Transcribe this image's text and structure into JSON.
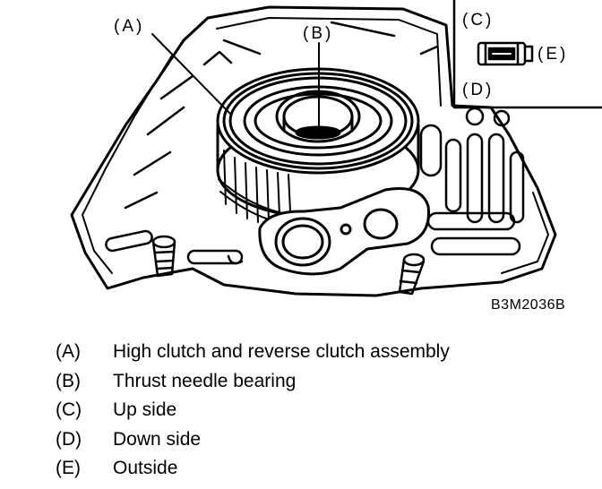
{
  "figure": {
    "code": "B3M2036B",
    "callouts": {
      "a": "(A)",
      "b": "(B)",
      "c": "(C)",
      "d": "(D)",
      "e": "(E)"
    }
  },
  "legend": [
    {
      "key": "(A)",
      "text": "High clutch and reverse clutch assembly"
    },
    {
      "key": "(B)",
      "text": "Thrust needle bearing"
    },
    {
      "key": "(C)",
      "text": "Up side"
    },
    {
      "key": "(D)",
      "text": "Down side"
    },
    {
      "key": "(E)",
      "text": "Outside"
    }
  ],
  "colors": {
    "ink": "#000000",
    "paper": "#ffffff"
  }
}
